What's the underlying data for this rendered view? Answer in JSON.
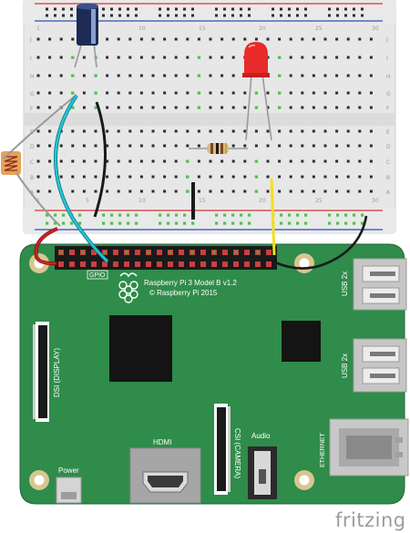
{
  "breadboard": {
    "row_letters_top": [
      "J",
      "I",
      "H",
      "G",
      "F"
    ],
    "row_letters_bottom": [
      "E",
      "D",
      "C",
      "B",
      "A"
    ],
    "column_numbers": [
      "1",
      "5",
      "10",
      "15",
      "20",
      "25",
      "30"
    ]
  },
  "pi": {
    "model_line": "Raspberry Pi 3 Model B v1.2",
    "copyright_line": "© Raspberry Pi 2015",
    "gpio_label": "GPIO",
    "dsi_label": "DSI (DISPLAY)",
    "hdmi_label": "HDMI",
    "csi_label": "CSI (CAMERA)",
    "audio_label": "Audio",
    "power_label": "Power",
    "usb_top_label": "USB 2x",
    "usb_bottom_label": "USB 2x",
    "ethernet_label": "ETHERNET"
  },
  "brand": {
    "logo_text": "fritzing"
  },
  "components": [
    {
      "name": "capacitor",
      "color": "#1c2a55"
    },
    {
      "name": "red-led",
      "color": "#e82a2a"
    },
    {
      "name": "resistor",
      "color": "#d8b98a"
    },
    {
      "name": "photoresistor",
      "color": "#e6a25a"
    }
  ],
  "wires": [
    {
      "name": "cyan",
      "color": "#1ec6d6"
    },
    {
      "name": "black",
      "color": "#1a1a1a"
    },
    {
      "name": "red",
      "color": "#d11f1f"
    },
    {
      "name": "yellow",
      "color": "#f2e01c"
    },
    {
      "name": "gray",
      "color": "#9a9a9a"
    }
  ]
}
